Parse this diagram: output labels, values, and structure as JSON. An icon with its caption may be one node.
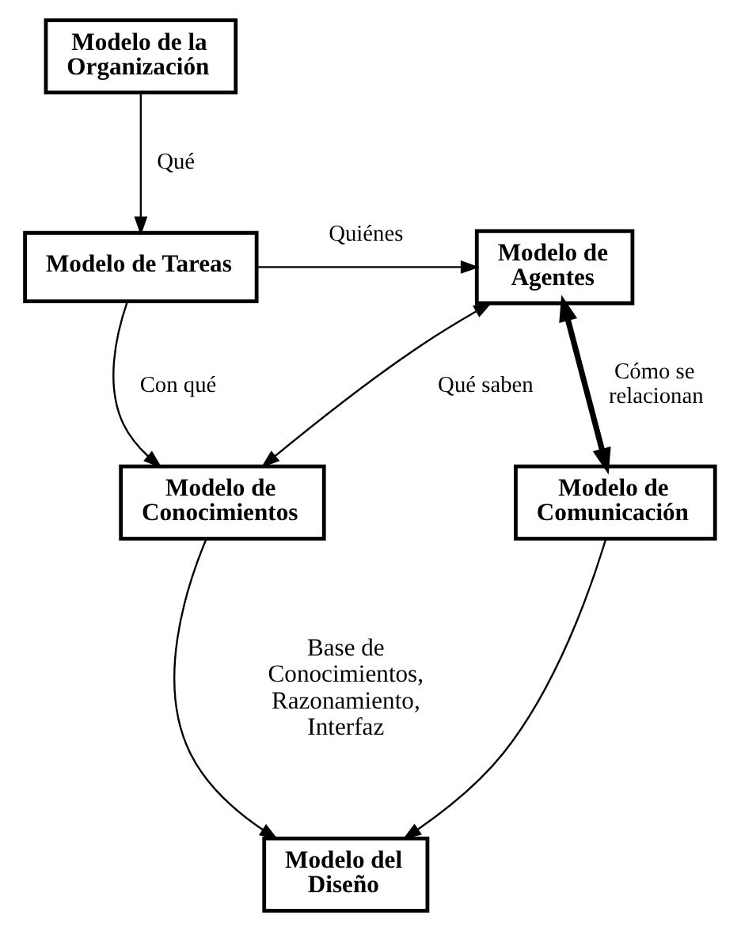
{
  "diagram": {
    "nodes": [
      {
        "text": [
          "Modelo de la Organización"
        ]
      },
      {
        "text": [
          "Modelo de Tareas"
        ]
      },
      {
        "text": [
          "Modelo de Agentes"
        ]
      },
      {
        "text": [
          "Modelo de Conocimientos"
        ]
      },
      {
        "text": [
          "Modelo de Comunicación"
        ]
      },
      {
        "text": [
          "Modelo del Diseño"
        ]
      }
    ],
    "edges": [
      {
        "from": 0,
        "to": 1,
        "arrow": "to",
        "label": "Qué"
      },
      {
        "from": 1,
        "to": 2,
        "arrow": "to",
        "label": "Quiénes"
      },
      {
        "from": 1,
        "to": 3,
        "arrow": "to",
        "label": "Con qué"
      },
      {
        "from": 2,
        "to": 3,
        "arrow": "both",
        "label": "Qué saben"
      },
      {
        "from": 2,
        "to": 4,
        "arrow": "both",
        "label": "Cómo se relacionan",
        "style": "thick"
      },
      {
        "from": 3,
        "to": 5,
        "arrow": "to"
      },
      {
        "from": 4,
        "to": 5,
        "arrow": "to"
      }
    ],
    "labels": [
      "Base de Conocimientos, Razonamiento, Interfaz"
    ]
  }
}
